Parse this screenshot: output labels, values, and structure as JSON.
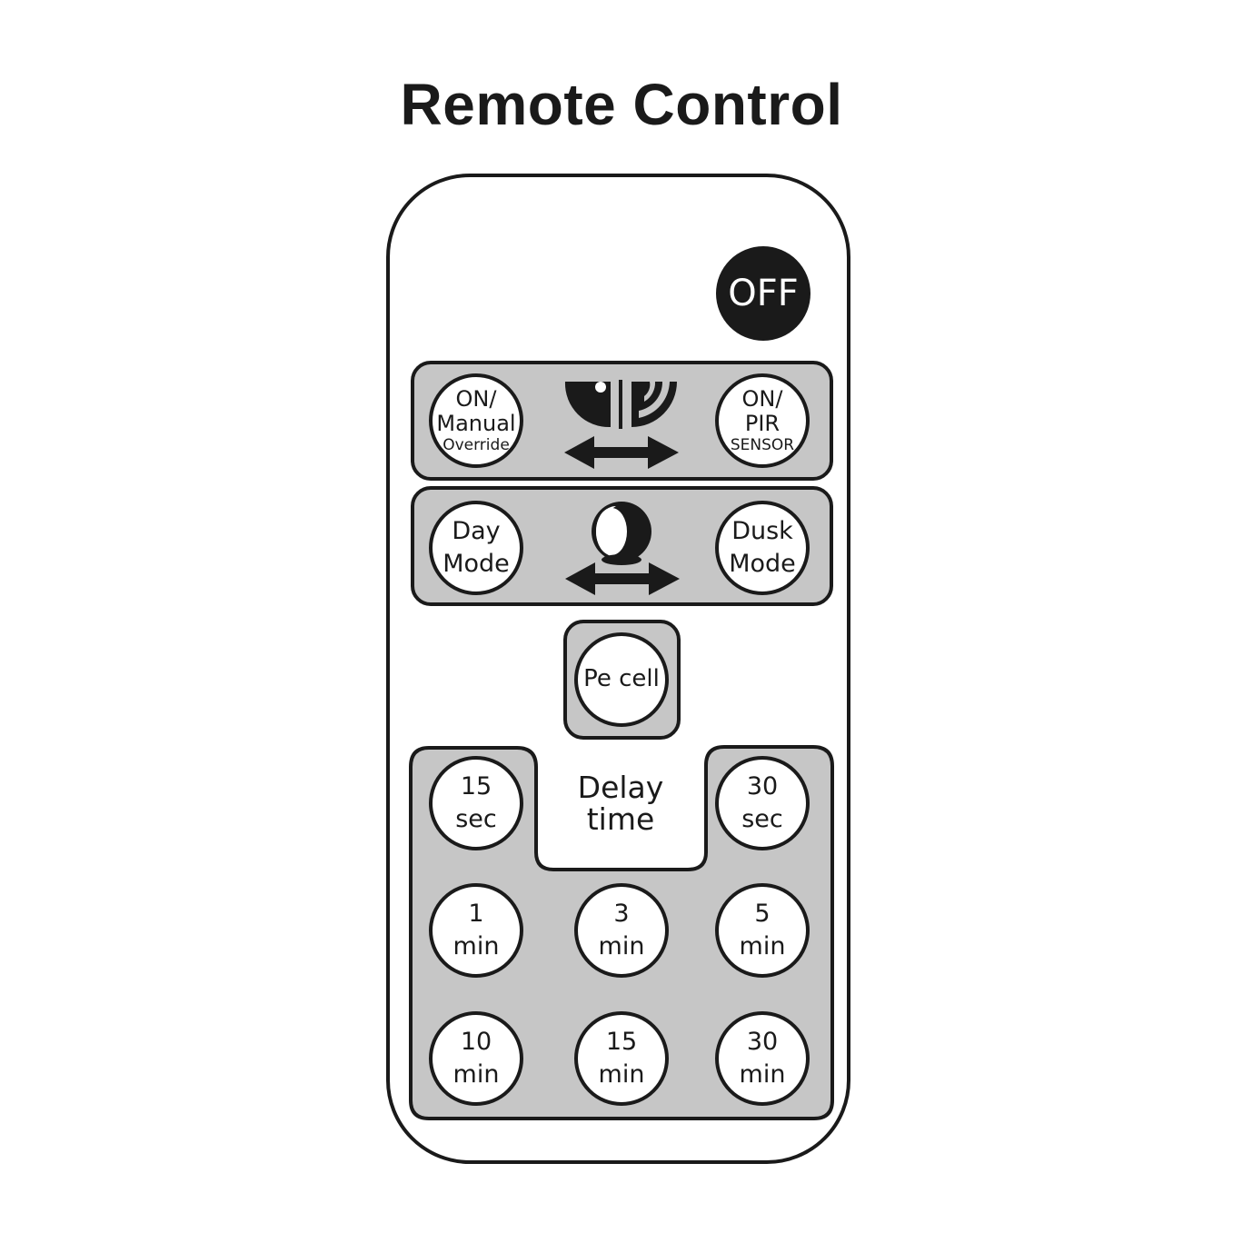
{
  "title": "Remote Control",
  "off_button": "OFF",
  "sensor_row": {
    "left": {
      "line1": "ON/",
      "line2": "Manual",
      "line3": "Override"
    },
    "right": {
      "line1": "ON/",
      "line2": "PIR",
      "line3": "SENSOR"
    },
    "icon": "manual-pir-toggle-icon"
  },
  "mode_row": {
    "left": {
      "line1": "Day",
      "line2": "Mode"
    },
    "right": {
      "line1": "Dusk",
      "line2": "Mode"
    },
    "icon": "day-dusk-toggle-icon"
  },
  "pe_cell": "Pe cell",
  "delay": {
    "label_line1": "Delay",
    "label_line2": "time",
    "buttons": [
      {
        "v": "15",
        "u": "sec"
      },
      {
        "v": "30",
        "u": "sec"
      },
      {
        "v": "1",
        "u": "min"
      },
      {
        "v": "3",
        "u": "min"
      },
      {
        "v": "5",
        "u": "min"
      },
      {
        "v": "10",
        "u": "min"
      },
      {
        "v": "15",
        "u": "min"
      },
      {
        "v": "30",
        "u": "min"
      }
    ]
  },
  "colors": {
    "ink": "#1a1a1a",
    "panel": "#c6c6c6",
    "background": "#ffffff"
  }
}
